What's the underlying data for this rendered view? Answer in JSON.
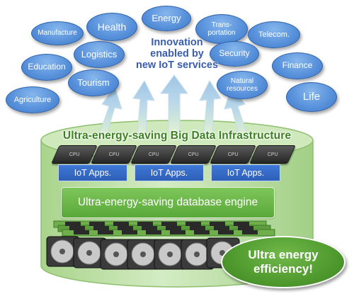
{
  "services": [
    {
      "id": "manufacture",
      "label": "Manufacture"
    },
    {
      "id": "health",
      "label": "Health"
    },
    {
      "id": "energy",
      "label": "Energy"
    },
    {
      "id": "transportation",
      "label": "Trans-\nportation"
    },
    {
      "id": "telecom",
      "label": "Telecom."
    },
    {
      "id": "logistics",
      "label": "Logistics"
    },
    {
      "id": "security",
      "label": "Security"
    },
    {
      "id": "education",
      "label": "Education"
    },
    {
      "id": "finance",
      "label": "Finance"
    },
    {
      "id": "tourism",
      "label": "Tourism"
    },
    {
      "id": "natural-resources",
      "label": "Natural\nresources"
    },
    {
      "id": "agriculture",
      "label": "Agriculture"
    },
    {
      "id": "life",
      "label": "Life"
    }
  ],
  "innovation_text": "Innovation\nenabled by\nnew IoT services",
  "infrastructure_title": "Ultra-energy-saving Big Data Infrastructure",
  "cpu_label": "CPU",
  "iot_apps": [
    "IoT Apps.",
    "IoT Apps.",
    "IoT Apps."
  ],
  "database_engine": "Ultra-energy-saving database engine",
  "efficiency_badge": "Ultra energy\nefficiency!",
  "colors": {
    "bubble_blue": "#5a93dc",
    "title_blue": "#3a5dae",
    "infra_green": "#3f7f26",
    "cylinder_green": "#bfe0a9",
    "engine_green": "#62ad40",
    "iot_blue": "#2f64c0"
  }
}
